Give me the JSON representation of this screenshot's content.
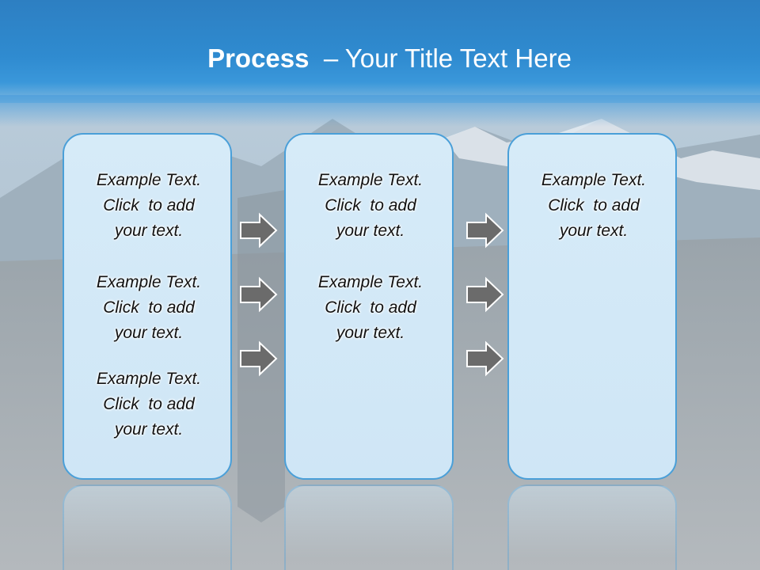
{
  "slide": {
    "title_bold": "Process",
    "title_rest": "  – Your Title Text Here"
  },
  "columns": [
    {
      "blocks": [
        {
          "lines": [
            "Example Text.",
            "Click  to add",
            "your text."
          ]
        },
        {
          "lines": [
            "Example Text.",
            "Click  to add",
            "your text."
          ]
        },
        {
          "lines": [
            "Example Text.",
            "Click  to add",
            "your text."
          ]
        }
      ]
    },
    {
      "blocks": [
        {
          "lines": [
            "Example Text.",
            "Click  to add",
            "your text."
          ]
        },
        {
          "lines": [
            "Example Text.",
            "Click  to add",
            "your text."
          ]
        }
      ]
    },
    {
      "blocks": [
        {
          "lines": [
            "Example Text.",
            "Click  to add",
            "your text."
          ]
        }
      ]
    }
  ],
  "colors": {
    "header_blue": "#2f8bd0",
    "card_border": "#4a9fd8",
    "card_fill": "#d6ebf8",
    "arrow_fill": "#6b6b6b"
  }
}
